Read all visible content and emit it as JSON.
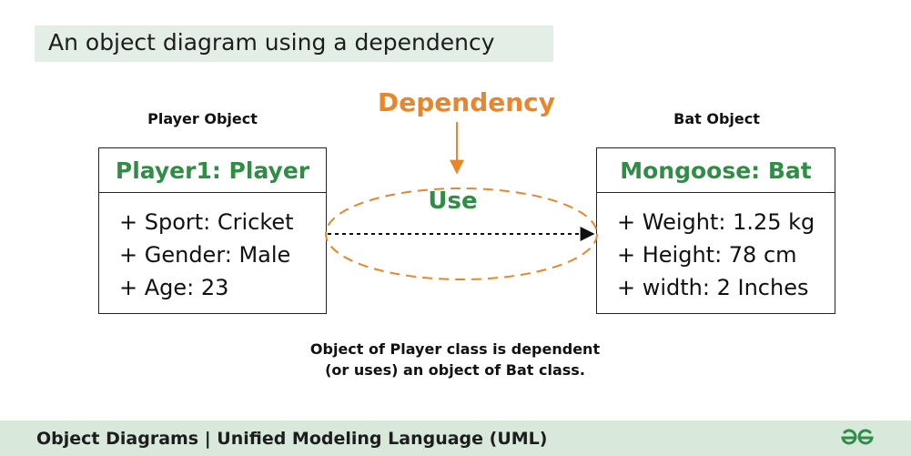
{
  "title": "An object diagram using a dependency",
  "player_object": {
    "label": "Player Object",
    "header": "Player1: Player",
    "attributes": [
      "+ Sport: Cricket",
      "+ Gender: Male",
      "+ Age: 23"
    ]
  },
  "bat_object": {
    "label": "Bat Object",
    "header": "Mongoose: Bat",
    "attributes": [
      "+ Weight: 1.25 kg",
      "+ Height: 78 cm",
      "+ width: 2 Inches"
    ]
  },
  "dependency_label": "Dependency",
  "use_label": "Use",
  "caption": {
    "line1": "Object of Player class is dependent",
    "line2": "(or uses) an object of Bat class."
  },
  "footer": {
    "text": "Object Diagrams | Unified Modeling Language (UML)"
  },
  "colors": {
    "green": "#2f8d46",
    "orange": "#e8862c",
    "title_band": "#e3efe6",
    "footer_band": "#d8e9dc"
  },
  "icons": {
    "footer_logo": "gfg-logo-icon"
  }
}
